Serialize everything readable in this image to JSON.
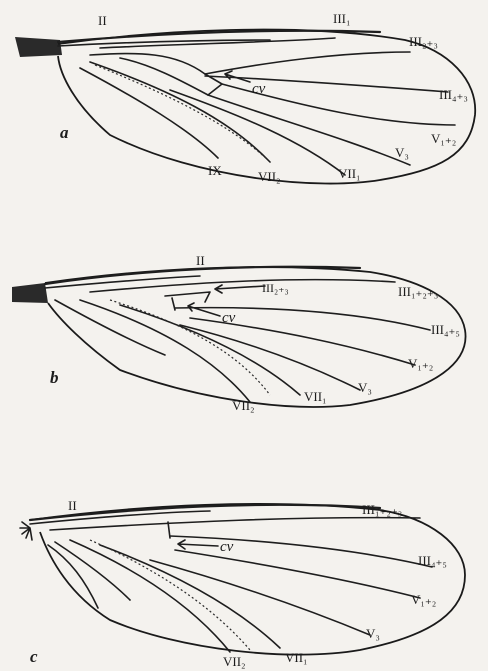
{
  "wings": [
    {
      "letter": "a",
      "labels": {
        "II": "II",
        "III1": "III₁",
        "III23": "III₂₊₃",
        "III43": "III₄₊₃",
        "cv": "cv",
        "V12": "V₁₊₂",
        "V3": "V₃",
        "VII1": "VII₁",
        "VII2": "VII₂",
        "IX": "IX"
      }
    },
    {
      "letter": "b",
      "labels": {
        "II": "II",
        "III23": "III₂₊₃",
        "III123": "III₁₊₂₊₃",
        "cv": "cv",
        "III45": "III₄₊₅",
        "V12": "V₁₊₂",
        "V3": "V₃",
        "VII1": "VII₁",
        "VII2": "VII₂"
      }
    },
    {
      "letter": "c",
      "labels": {
        "II": "II",
        "III123": "III₁₊₂₊₃",
        "cv": "cv",
        "III45": "III₄₊₅",
        "V12": "V₁₊₂",
        "V3": "V₃",
        "VII1": "VII₁",
        "VII2": "VII₂"
      }
    }
  ]
}
